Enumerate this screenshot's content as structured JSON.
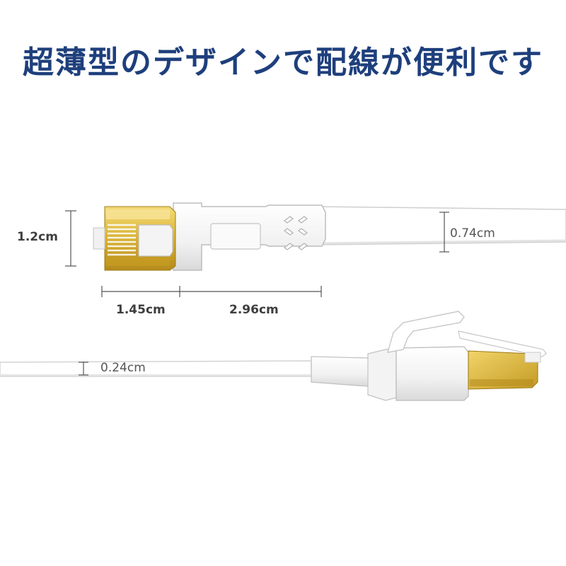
{
  "headline": "超薄型のデザインで配線が便利です",
  "dimensions": {
    "connector_height": "1.2cm",
    "cable_width": "0.74cm",
    "plug_length": "1.45cm",
    "boot_length": "2.96cm",
    "cable_thickness": "0.24cm"
  },
  "colors": {
    "headline": "#1e3f7c",
    "cable": "#ffffff",
    "cable_outline": "#d4d4d4",
    "gold_shield": "#d9b233",
    "dimension_line": "#555555"
  }
}
